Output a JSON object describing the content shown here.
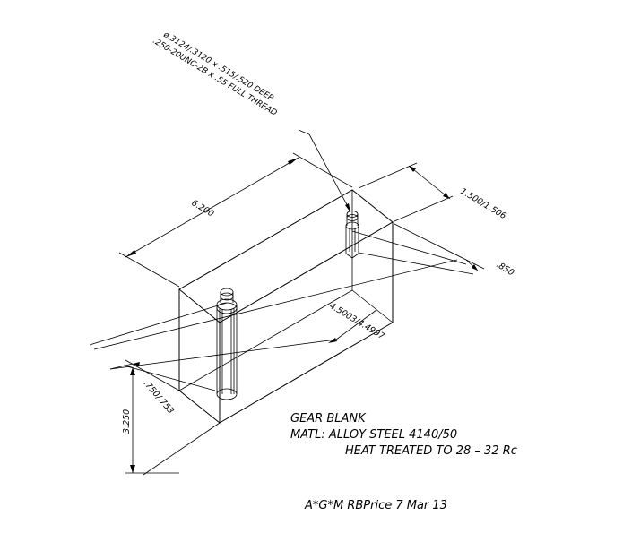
{
  "drawing": {
    "callout_line1": "ø.3124/.3120 x .515/.520 DEEP",
    "callout_line2": ".250-20UNC-2B x .55 FULL THREAD",
    "dim_length": "6.200",
    "dim_depth": "1.500/1.506",
    "dim_850": ".850",
    "dim_hole_spacing": "4.5003/4.4997",
    "dim_hole_offset": ".750/.753",
    "dim_height": "3.250"
  },
  "notes": {
    "part_name": "GEAR BLANK",
    "material": "MATL:  ALLOY STEEL 4140/50",
    "heat_treat": "HEAT TREATED TO 28 – 32 Rc",
    "signature": "A*G*M  RBPrice   7 Mar 13"
  }
}
